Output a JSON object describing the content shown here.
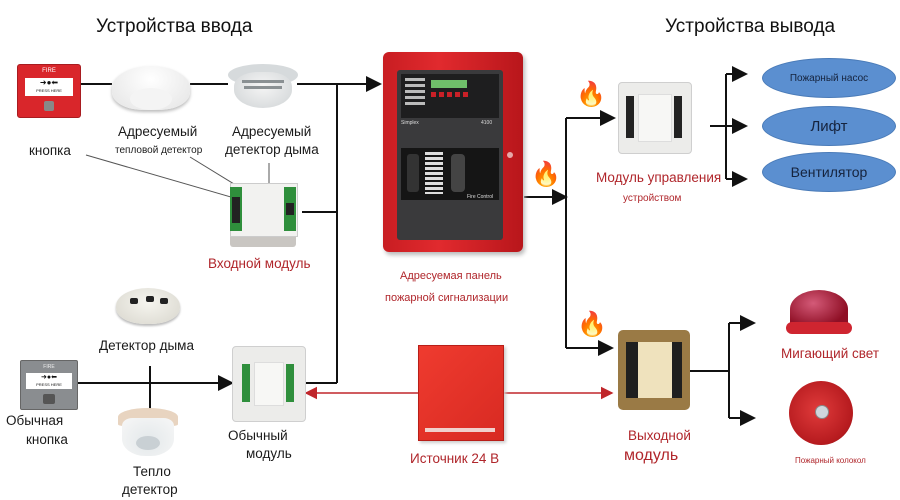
{
  "headings": {
    "input_devices": "Устройства ввода",
    "output_devices": "Устройства вывода"
  },
  "input_section": {
    "addressable_button": {
      "label": "кнопка",
      "device_text": "FIRE",
      "device_subtext": "PRESS HERE"
    },
    "addressable_heat_detector": {
      "label_line1": "Адресуемый",
      "label_line2": "тепловой детектор"
    },
    "addressable_smoke_detector": {
      "label_line1": "Адресуемый",
      "label_line2": "детектор дыма"
    },
    "input_module": {
      "label": "Входной модуль"
    },
    "smoke_detector": {
      "label": "Детектор дыма"
    },
    "conventional_button": {
      "label_line1": "Обычная",
      "label_line2": "кнопка",
      "device_text": "FIRE",
      "device_subtext": "PRESS HERE"
    },
    "heat_detector": {
      "label_line1": "Тепло",
      "label_line2": "детектор"
    },
    "conventional_module": {
      "label_line1": "Обычный",
      "label_line2": "модуль"
    }
  },
  "panel": {
    "label_line1": "Адресуемая панель",
    "label_line2": "пожарной сигнализации",
    "brand_text": "Simplex",
    "model_text": "4100",
    "footer_text": "Fire Control"
  },
  "power_supply": {
    "label": "Источник 24 В"
  },
  "output_section": {
    "control_module": {
      "label_line1": "Модуль управления",
      "label_line2": "устройством"
    },
    "output_module": {
      "label_line1": "Выходной",
      "label_line2": "модуль"
    },
    "targets": [
      {
        "label": "Пожарный насос"
      },
      {
        "label": "Лифт"
      },
      {
        "label": "Вентилятор"
      }
    ],
    "flashing_light": {
      "label": "Мигающий свет"
    },
    "fire_bell": {
      "label": "Пожарный колокол"
    }
  },
  "colors": {
    "accent_red": "#b0262b",
    "device_red": "#d9262b",
    "ellipse_blue": "#5b8fd0",
    "wire": "#111111",
    "power_wire": "#c0262b"
  }
}
